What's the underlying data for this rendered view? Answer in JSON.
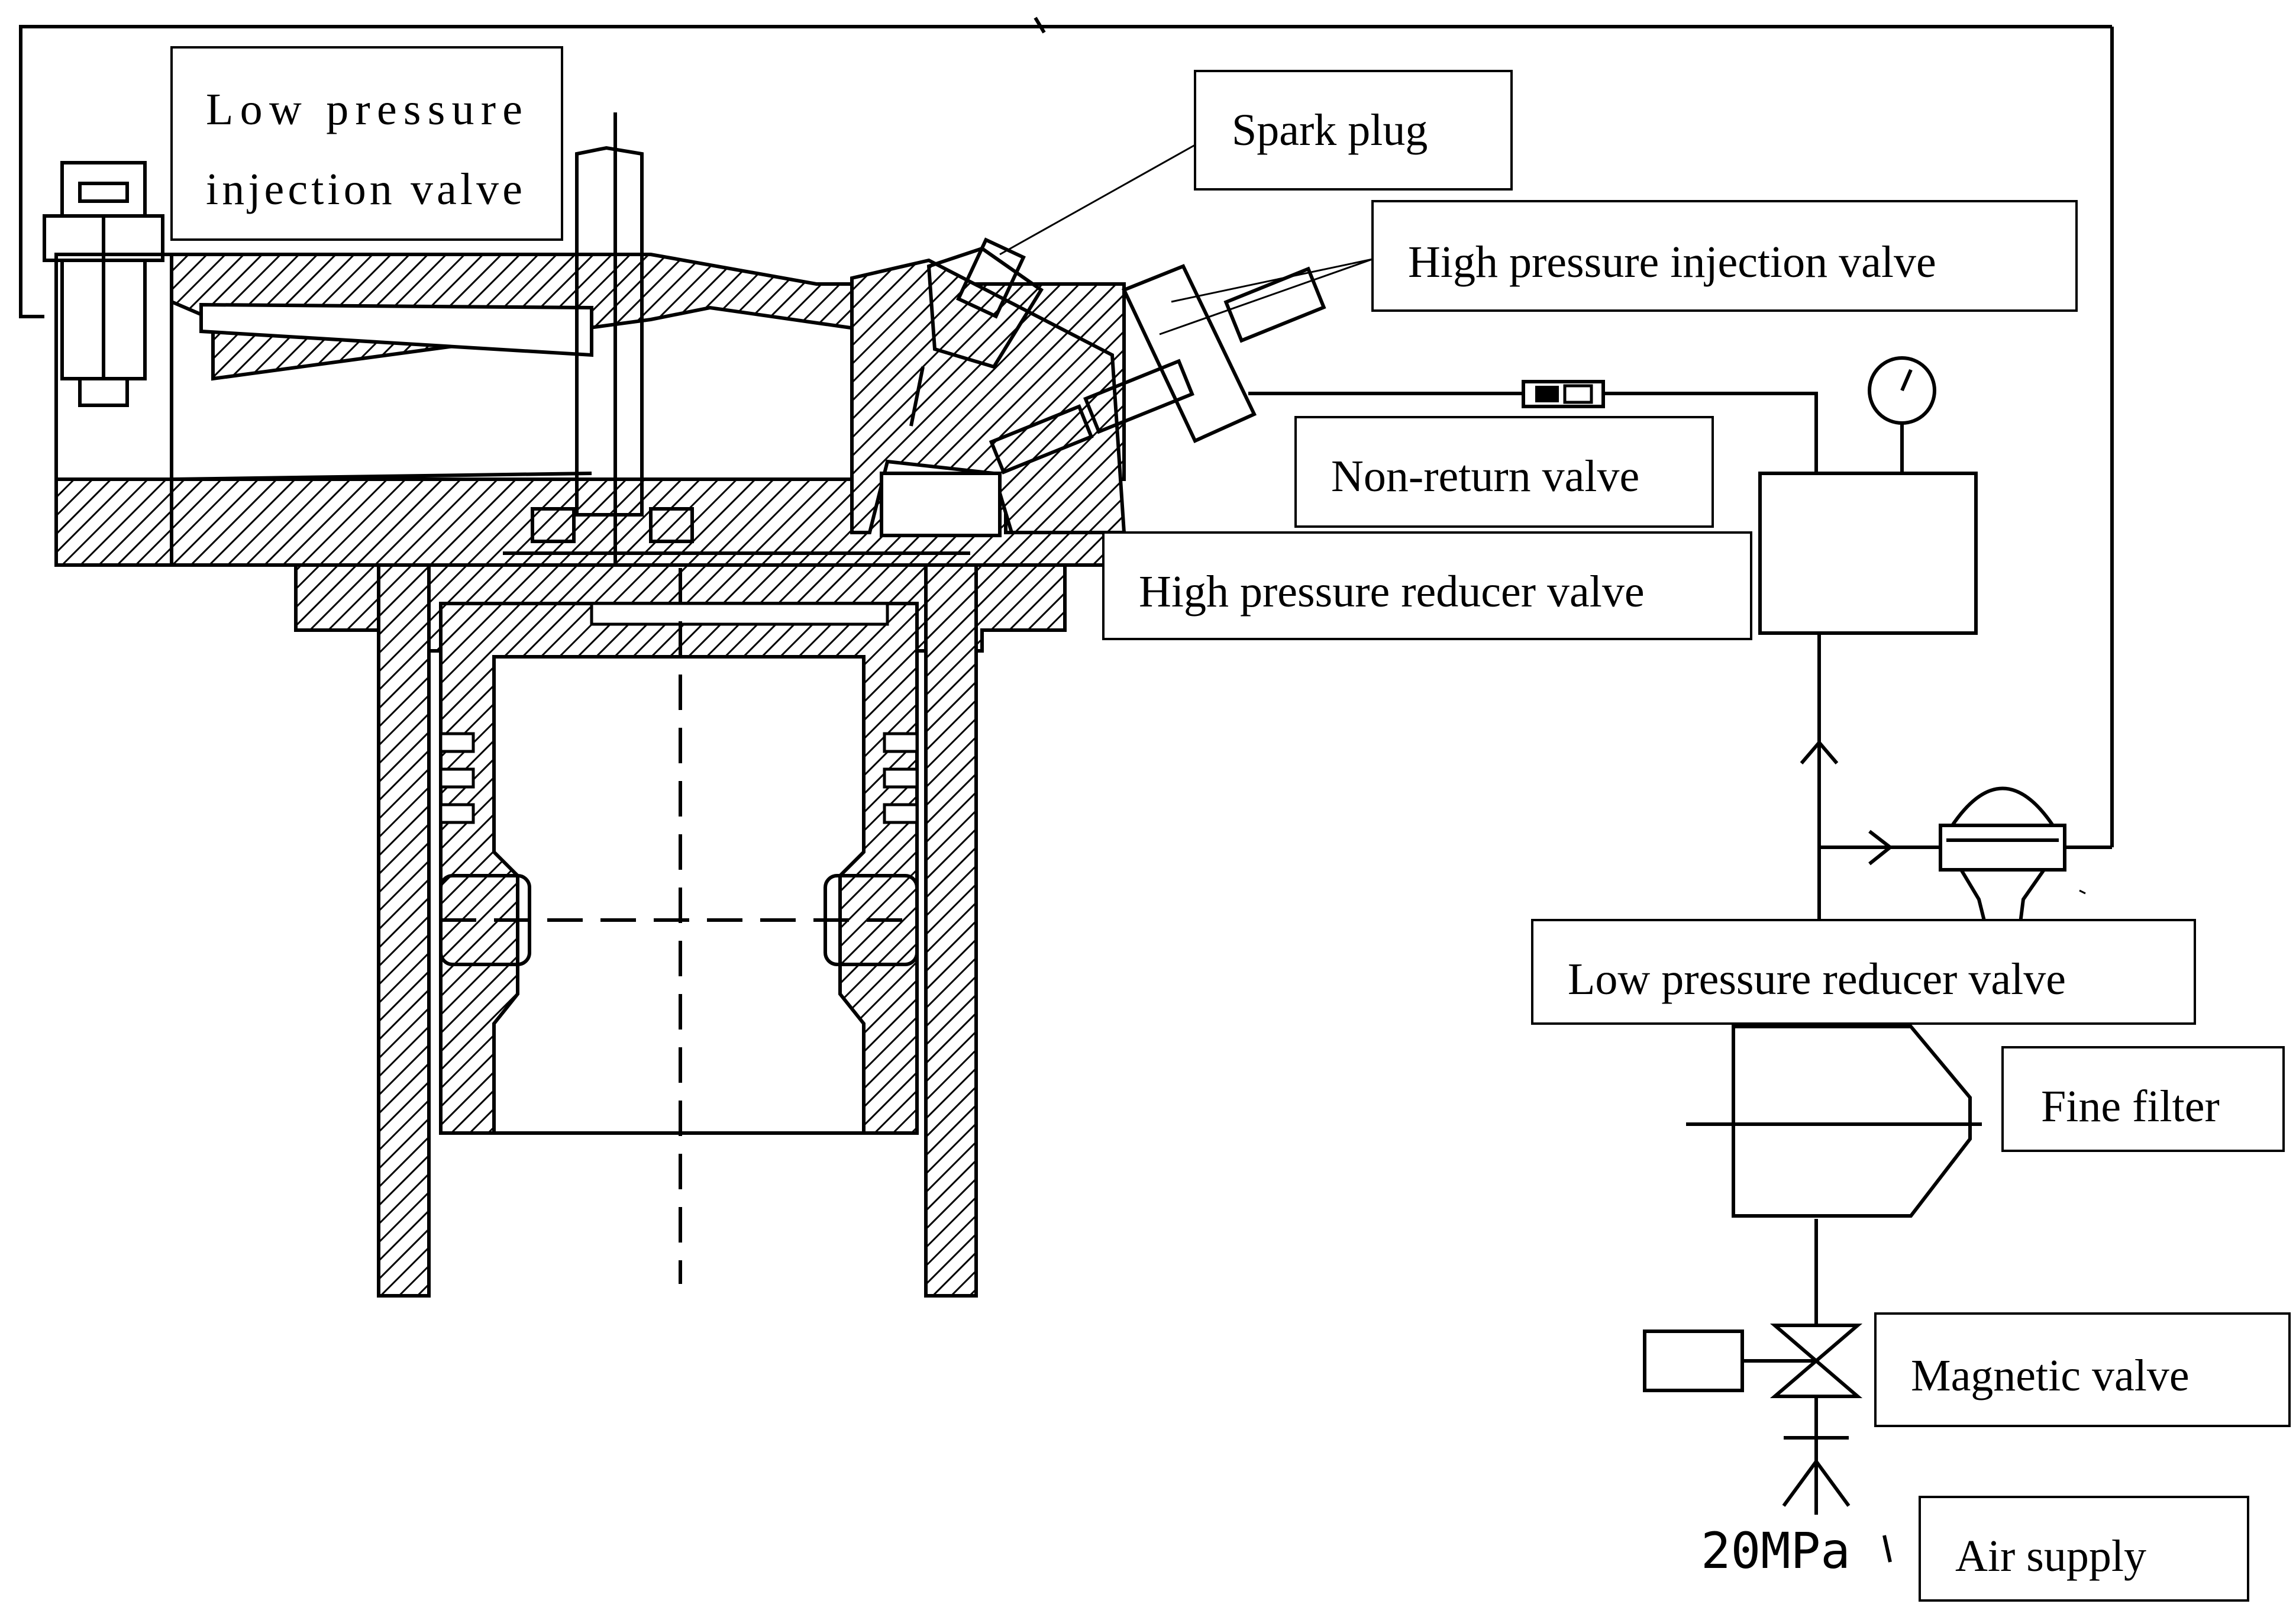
{
  "labels": {
    "low_pressure_injection_valve_line1": "Low pressure",
    "low_pressure_injection_valve_line2": "injection valve",
    "spark_plug": "Spark plug",
    "high_pressure_injection_valve": "High pressure injection valve",
    "non_return_valve": "Non-return valve",
    "high_pressure_reducer_valve": "High pressure reducer valve",
    "low_pressure_reducer_valve": "Low pressure reducer valve",
    "fine_filter": "Fine filter",
    "magnetic_valve": "Magnetic valve",
    "air_supply": "Air supply",
    "supply_pressure": "20MPa"
  }
}
